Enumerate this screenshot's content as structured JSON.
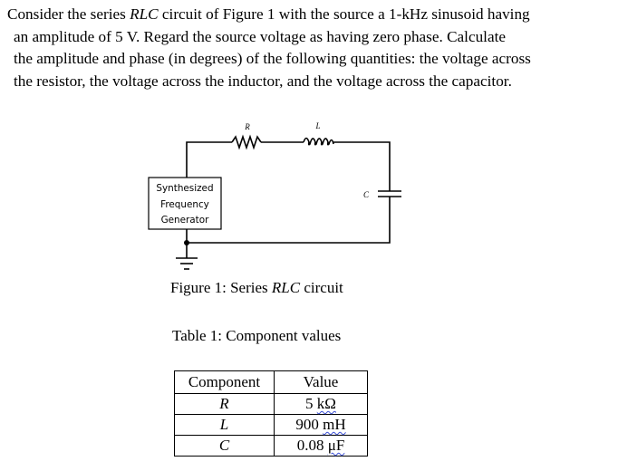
{
  "problem": {
    "line1_pre": "Consider the series ",
    "line1_em": "RLC",
    "line1_post": " circuit of Figure 1 with the source a 1-kHz sinusoid having",
    "line2": "an amplitude of 5 V.  Regard the source voltage as having zero phase.  Calculate",
    "line3": "the amplitude and phase (in degrees) of the following quantities: the voltage across",
    "line4": "the resistor, the voltage across the inductor, and the voltage across the capacitor."
  },
  "circuit": {
    "generator_lines": [
      "Synthesized",
      "Frequency",
      "Generator"
    ],
    "label_R": "R",
    "label_L": "L",
    "label_C": "C"
  },
  "figure_caption": {
    "pre": "Figure 1:  Series ",
    "em": "RLC",
    "post": " circuit"
  },
  "table_caption": "Table 1:  Component values",
  "table": {
    "headers": [
      "Component",
      "Value"
    ],
    "rows": [
      {
        "component": "R",
        "value_num": "5 ",
        "value_unit": "kΩ"
      },
      {
        "component": "L",
        "value_num": "900 ",
        "value_unit": "mH"
      },
      {
        "component": "C",
        "value_num": "0.08 ",
        "value_unit": "μF"
      }
    ]
  }
}
